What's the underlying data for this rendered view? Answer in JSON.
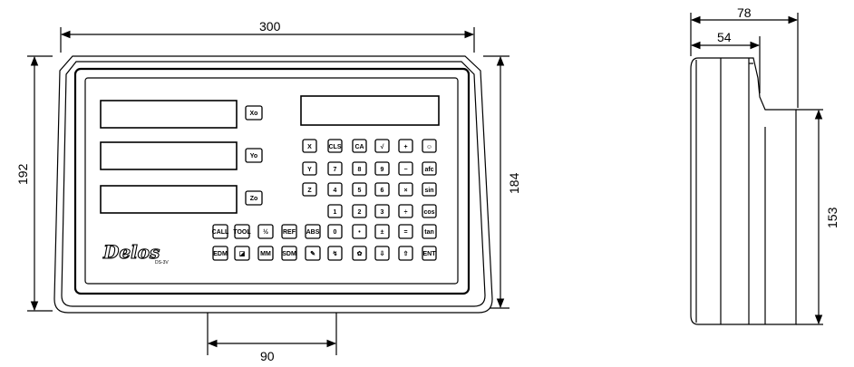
{
  "dimensions": {
    "front_width": "300",
    "front_height_outer": "192",
    "front_height_inner": "184",
    "base_width": "90",
    "side_depth_total": "78",
    "side_depth_top": "54",
    "side_height_front": "153"
  },
  "brand": {
    "name": "Delos",
    "model": "DS-3V"
  },
  "axis_keys": [
    "Xo",
    "Yo",
    "Zo"
  ],
  "keypad": {
    "row1": [
      "X",
      "CLS",
      "CA",
      "√",
      "+",
      "☺"
    ],
    "row2": [
      "Y",
      "7",
      "8",
      "9",
      "−",
      "afc"
    ],
    "row3": [
      "Z",
      "4",
      "5",
      "6",
      "×",
      "sin"
    ],
    "row4": [
      "1",
      "2",
      "3",
      "÷",
      "cos"
    ],
    "row5": [
      "CALL",
      "TOOL",
      "½",
      "REF",
      "ABS",
      "0",
      "•",
      "±",
      "=",
      "tan"
    ],
    "row6": [
      "EDM",
      "◪",
      "MM",
      "SDM",
      "✎",
      "↯",
      "✿",
      "⇩",
      "⇧",
      "ENT"
    ]
  }
}
